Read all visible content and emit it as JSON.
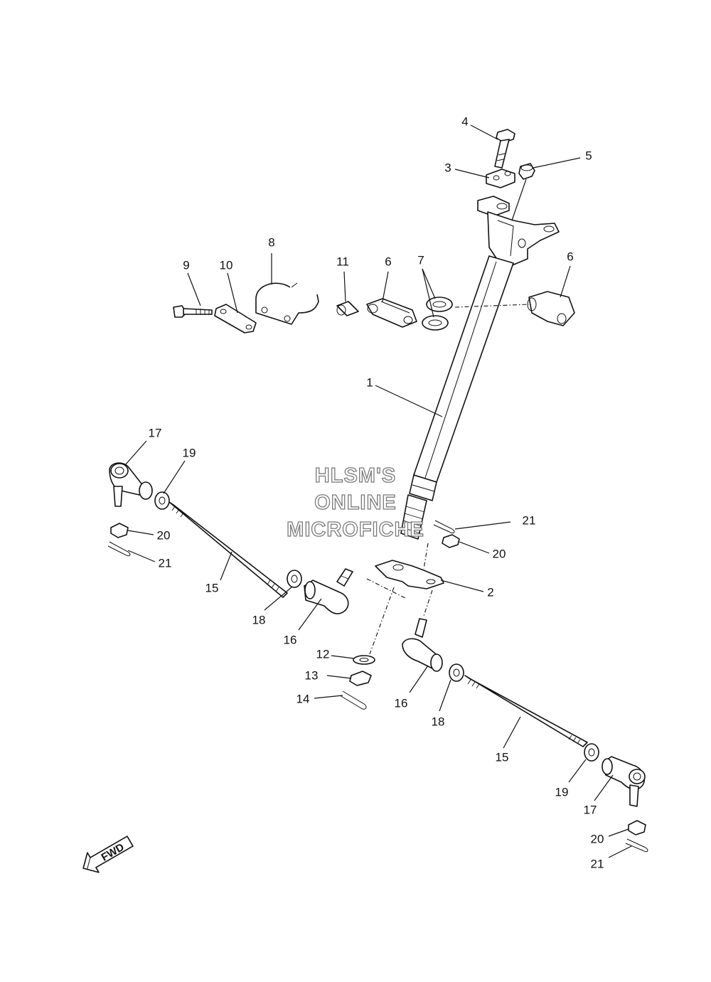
{
  "watermark": {
    "line1": "HLSM'S",
    "line2": "ONLINE",
    "line3": "MICROFICHE"
  },
  "direction_indicator": {
    "text": "FWD"
  },
  "callouts": [
    {
      "id": "c1",
      "text": "1"
    },
    {
      "id": "c2",
      "text": "2"
    },
    {
      "id": "c3",
      "text": "3"
    },
    {
      "id": "c4",
      "text": "4"
    },
    {
      "id": "c5",
      "text": "5"
    },
    {
      "id": "c6a",
      "text": "6"
    },
    {
      "id": "c6b",
      "text": "6"
    },
    {
      "id": "c7",
      "text": "7"
    },
    {
      "id": "c8",
      "text": "8"
    },
    {
      "id": "c9",
      "text": "9"
    },
    {
      "id": "c10",
      "text": "10"
    },
    {
      "id": "c11",
      "text": "11"
    },
    {
      "id": "c12",
      "text": "12"
    },
    {
      "id": "c13",
      "text": "13"
    },
    {
      "id": "c14",
      "text": "14"
    },
    {
      "id": "c15a",
      "text": "15"
    },
    {
      "id": "c15b",
      "text": "15"
    },
    {
      "id": "c16a",
      "text": "16"
    },
    {
      "id": "c16b",
      "text": "16"
    },
    {
      "id": "c17a",
      "text": "17"
    },
    {
      "id": "c17b",
      "text": "17"
    },
    {
      "id": "c18a",
      "text": "18"
    },
    {
      "id": "c18b",
      "text": "18"
    },
    {
      "id": "c19a",
      "text": "19"
    },
    {
      "id": "c19b",
      "text": "19"
    },
    {
      "id": "c20a",
      "text": "20"
    },
    {
      "id": "c20b",
      "text": "20"
    },
    {
      "id": "c20c",
      "text": "20"
    },
    {
      "id": "c21a",
      "text": "21"
    },
    {
      "id": "c21b",
      "text": "21"
    },
    {
      "id": "c21c",
      "text": "21"
    }
  ]
}
